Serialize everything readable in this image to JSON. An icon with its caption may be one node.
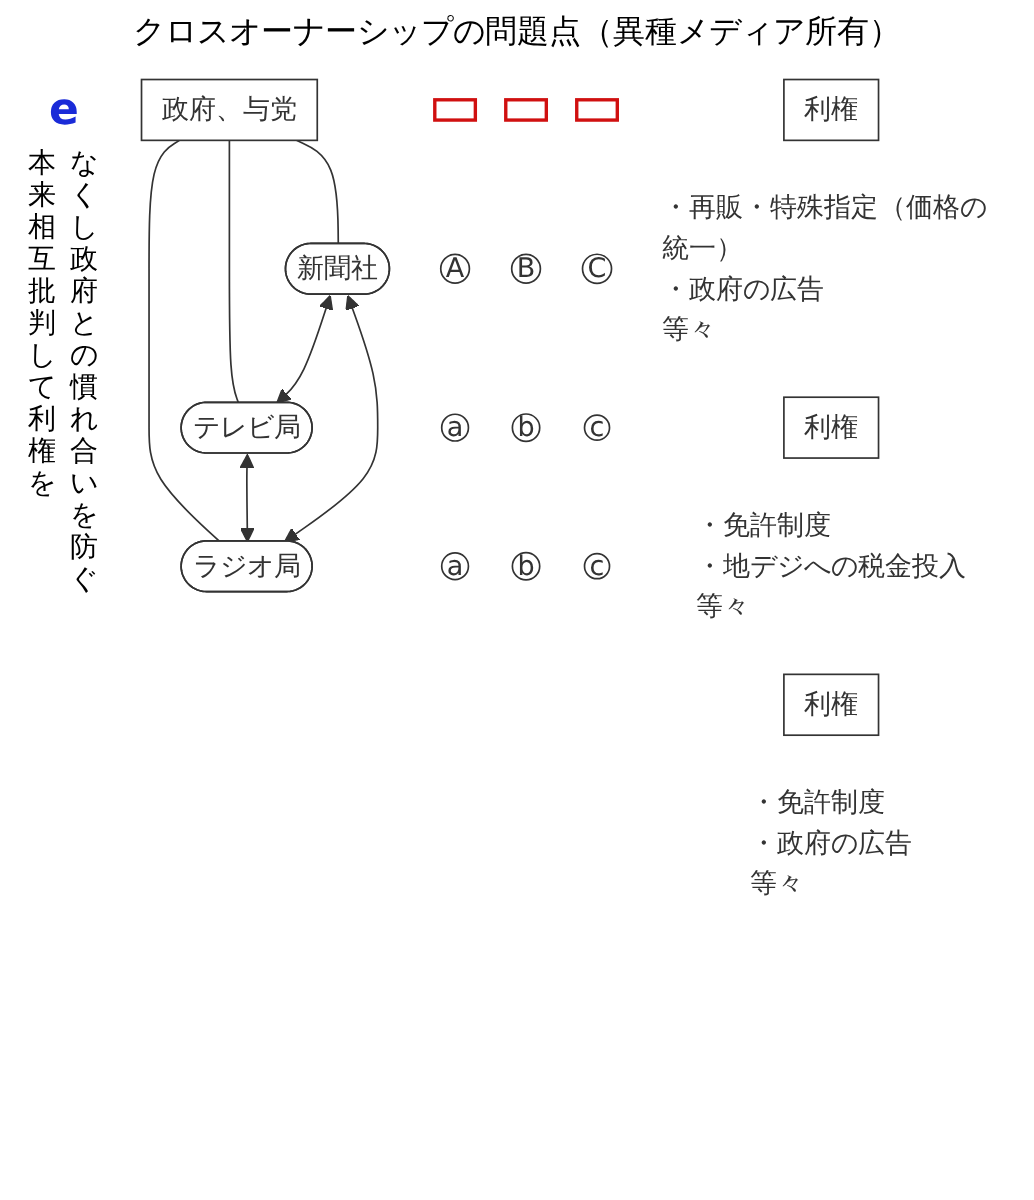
{
  "diagram": {
    "title": "クロスオーナーシップの問題点（異種メディア所有）",
    "nodes": [
      {
        "text": [
          "新聞社"
        ]
      },
      {
        "text": [
          "テレビ局"
        ]
      },
      {
        "text": [
          "ラジオ局"
        ]
      },
      {
        "text": [],
        "shape": "box"
      },
      {
        "text": [],
        "shape": "box"
      },
      {
        "text": [],
        "shape": "box"
      },
      {
        "text": [
          "A"
        ]
      },
      {
        "text": [
          "B"
        ]
      },
      {
        "text": [
          "C"
        ]
      },
      {
        "text": [
          "a"
        ]
      },
      {
        "text": [
          "b"
        ]
      },
      {
        "text": [
          "c"
        ]
      },
      {
        "text": [
          "a"
        ]
      },
      {
        "text": [
          "b"
        ]
      },
      {
        "text": [
          "c"
        ]
      },
      {
        "text": [
          "利権"
        ],
        "beside": [
          "・再販・特殊指定（価格の統一）",
          "・政府の広告",
          "等々"
        ]
      },
      {
        "text": [
          "利権"
        ],
        "beside": [
          "・免許制度",
          "・地デジへの税金投入",
          "等々"
        ]
      },
      {
        "text": [
          "利権"
        ],
        "beside": [
          "・免許制度",
          "・政府の広告",
          "等々"
        ]
      },
      {
        "text": [
          "政府、与党"
        ]
      }
    ],
    "edges": [
      {
        "from": 18,
        "to": 0,
        "arrow": "none"
      },
      {
        "from": 18,
        "to": 1,
        "arrow": "none"
      },
      {
        "from": 18,
        "to": 2,
        "arrow": "none"
      },
      {
        "from": 0,
        "to": 1,
        "arrow": "both"
      },
      {
        "from": 1,
        "to": 2,
        "arrow": "both"
      },
      {
        "from": 0,
        "to": 2,
        "arrow": "both"
      }
    ],
    "labels": [
      "e",
      "本来相互批判して利権を",
      "なくし政府との慣れ合いを防ぐ"
    ]
  }
}
